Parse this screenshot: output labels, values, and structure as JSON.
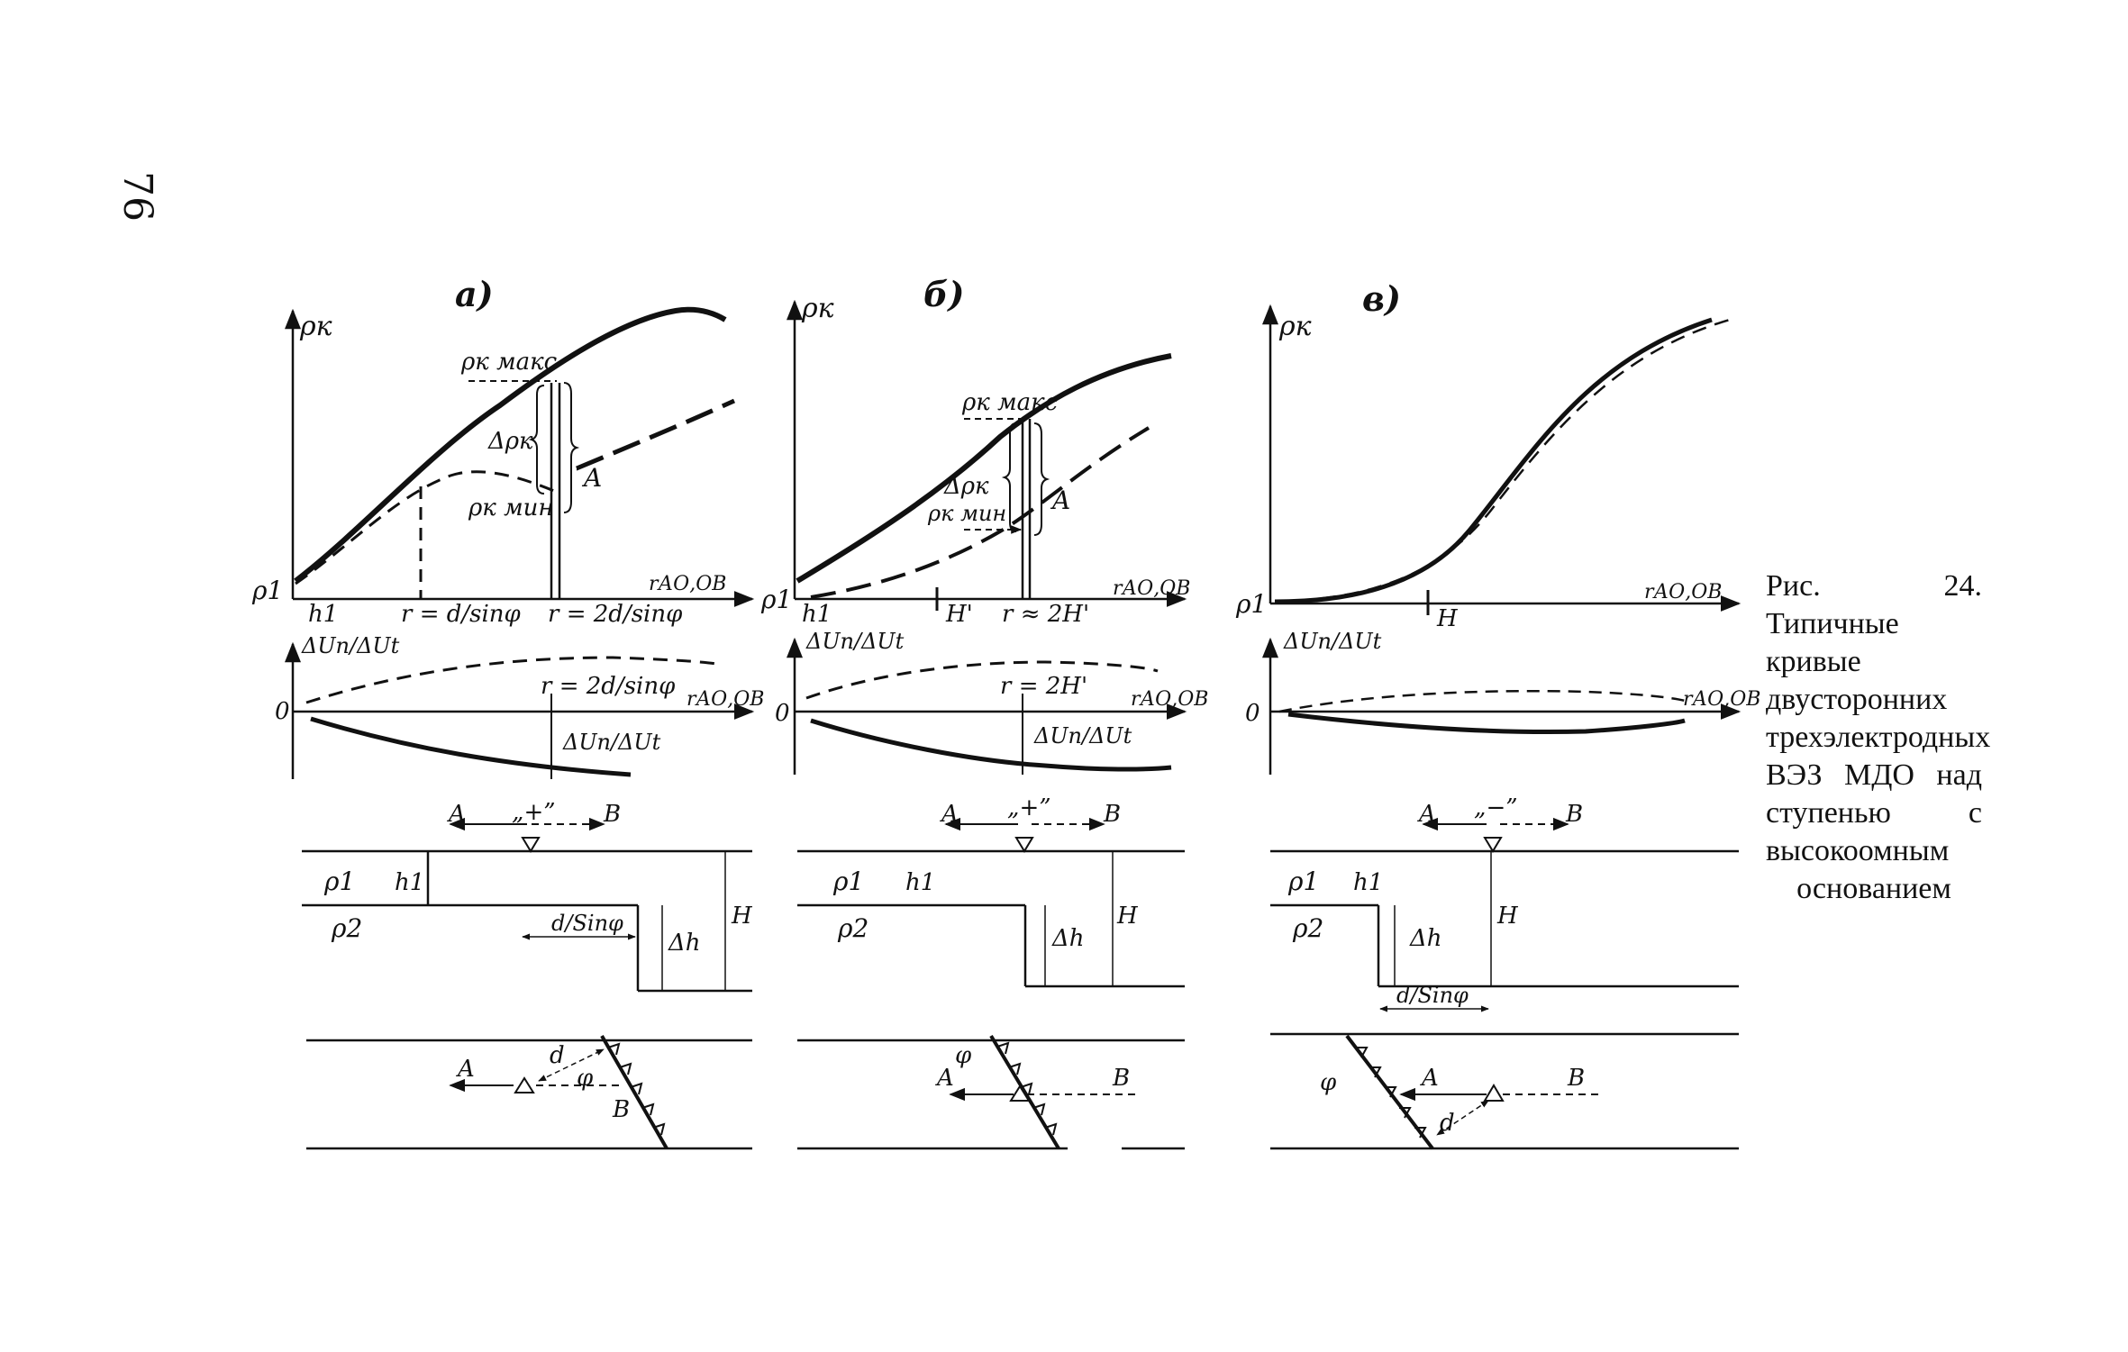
{
  "page_number": "76",
  "caption": "Рис. 24. Типичные кривые двусторонних трехэлектродных ВЭЗ МДО над ступенью с высокоомным основанием",
  "panels": [
    {
      "id": "a",
      "title": "а)",
      "rho_k": "ρк",
      "rho_1": "ρ1",
      "rho_max": "ρк макс",
      "rho_min": "ρк мин",
      "delta_rho": "Δρк",
      "curve_label": "A",
      "x_axis": "rАО,ОВ",
      "h1_tick": "h1",
      "tick_1": "r = d/sinφ",
      "tick_2": "r = 2d/sinφ",
      "ratio": "ΔUn/ΔUt",
      "zero": "0",
      "mid_label": "r = 2d/sinφ",
      "mid_x_axis": "rАО,ОВ",
      "array_label": "„+”",
      "A": "A",
      "B": "B",
      "rho1_section": "ρ1",
      "rho2_section": "ρ2",
      "h1_section": "h1",
      "dsin": "d/Sinφ",
      "dh": "Δh",
      "H": "H",
      "plan_A": "A",
      "plan_B": "B",
      "plan_d": "d",
      "plan_phi": "φ"
    },
    {
      "id": "b",
      "title": "б)",
      "rho_k": "ρк",
      "rho_1": "ρ1",
      "rho_max": "ρк макс",
      "rho_min": "ρк мин",
      "delta_rho": "Δρк",
      "curve_label": "A",
      "x_axis": "rАО,ОВ",
      "h1_tick": "h1",
      "tick_1": "H'",
      "tick_2": "r ≈ 2H'",
      "ratio": "ΔUn/ΔUt",
      "zero": "0",
      "mid_label": "r = 2H'",
      "mid_x_axis": "rАО,ОВ",
      "array_label": "„+”",
      "A": "A",
      "B": "B",
      "rho1_section": "ρ1",
      "rho2_section": "ρ2",
      "h1_section": "h1",
      "dh": "Δh",
      "H": "H",
      "plan_A": "A",
      "plan_B": "B",
      "plan_phi": "φ"
    },
    {
      "id": "c",
      "title": "в)",
      "rho_k": "ρк",
      "rho_1": "ρ1",
      "x_axis": "rАО,ОВ",
      "tick_1": "H",
      "ratio": "ΔUn/ΔUt",
      "zero": "0",
      "mid_x_axis": "rАО,ОВ",
      "array_label": "„−”",
      "A": "A",
      "B": "B",
      "rho1_section": "ρ1",
      "rho2_section": "ρ2",
      "h1_section": "h1",
      "dsin": "d/Sinφ",
      "dh": "Δh",
      "H": "H",
      "plan_A": "A",
      "plan_B": "B",
      "plan_d": "d",
      "plan_phi": "φ"
    }
  ]
}
